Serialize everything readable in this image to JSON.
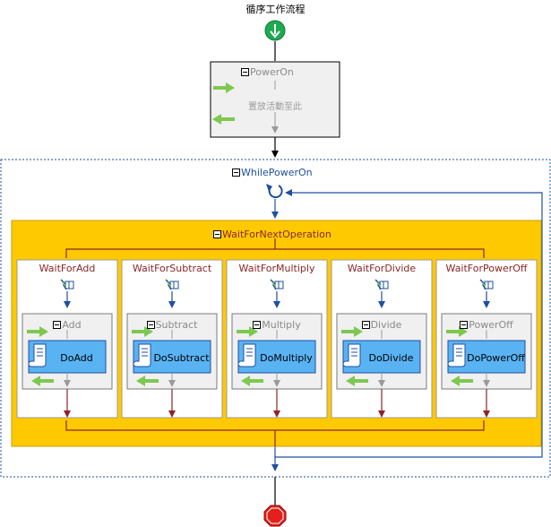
{
  "title": "循序工作流程",
  "power_on": {
    "name": "PowerOn",
    "placeholder": "置放活動至此"
  },
  "while_activity": {
    "name": "WhilePowerOn"
  },
  "listen_activity": {
    "name": "WaitForNextOperation"
  },
  "branches": [
    {
      "name": "WaitForAdd",
      "sequence": "Add",
      "code": "DoAdd"
    },
    {
      "name": "WaitForSubtract",
      "sequence": "Subtract",
      "code": "DoSubtract"
    },
    {
      "name": "WaitForMultiply",
      "sequence": "Multiply",
      "code": "DoMultiply"
    },
    {
      "name": "WaitForDivide",
      "sequence": "Divide",
      "code": "DoDivide"
    },
    {
      "name": "WaitForPowerOff",
      "sequence": "PowerOff",
      "code": "DoPowerOff"
    }
  ],
  "colors": {
    "start": "#1faa52",
    "end": "#e2211c",
    "flow_dark": "#000000",
    "flow_gray": "#9a9a9a",
    "while_blue": "#1f4fa0",
    "listen_bg": "#ffc900",
    "branch_line": "#8b2525",
    "activity_blue": "#59b3f3",
    "green_arrow": "#7ec850"
  },
  "icons": {
    "start": "start-circle-icon",
    "end": "stop-octagon-icon",
    "loop": "loop-arrow-icon",
    "event": "event-driven-icon",
    "code": "code-scroll-icon",
    "collapse": "collapse-minus-icon",
    "green_arrow": "green-arrow-icon"
  }
}
